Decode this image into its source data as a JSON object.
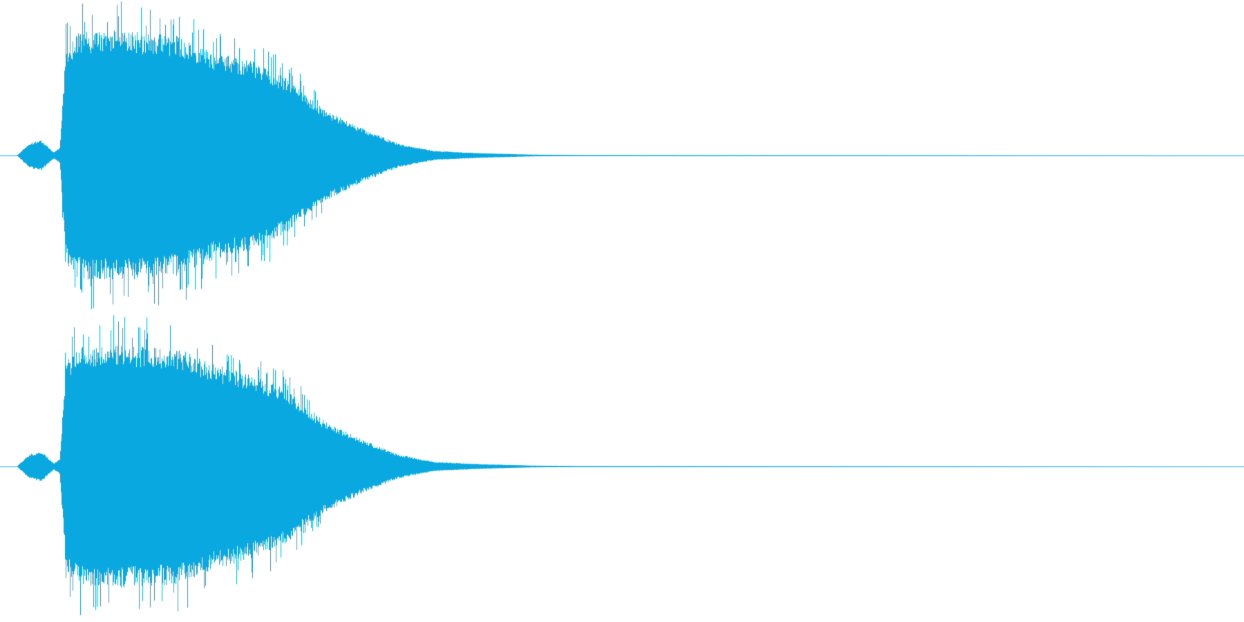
{
  "waveform": {
    "color": "#0aa8e0",
    "background": "#ffffff",
    "channels": [
      {
        "name": "",
        "envelope": [
          [
            0.0,
            0.0
          ],
          [
            0.01,
            0.08
          ],
          [
            0.02,
            0.1
          ],
          [
            0.03,
            0.02
          ],
          [
            0.035,
            0.05
          ],
          [
            0.04,
            0.7
          ],
          [
            0.05,
            0.8
          ],
          [
            0.08,
            0.82
          ],
          [
            0.1,
            0.8
          ],
          [
            0.13,
            0.78
          ],
          [
            0.16,
            0.68
          ],
          [
            0.19,
            0.62
          ],
          [
            0.22,
            0.5
          ],
          [
            0.25,
            0.3
          ],
          [
            0.28,
            0.18
          ],
          [
            0.31,
            0.08
          ],
          [
            0.34,
            0.03
          ],
          [
            0.38,
            0.015
          ],
          [
            0.42,
            0.006
          ],
          [
            0.46,
            0.003
          ],
          [
            1.0,
            0.0
          ]
        ]
      },
      {
        "name": "",
        "envelope": [
          [
            0.0,
            0.0
          ],
          [
            0.01,
            0.08
          ],
          [
            0.02,
            0.1
          ],
          [
            0.03,
            0.02
          ],
          [
            0.035,
            0.05
          ],
          [
            0.04,
            0.68
          ],
          [
            0.05,
            0.78
          ],
          [
            0.08,
            0.8
          ],
          [
            0.1,
            0.78
          ],
          [
            0.13,
            0.77
          ],
          [
            0.16,
            0.67
          ],
          [
            0.19,
            0.6
          ],
          [
            0.22,
            0.5
          ],
          [
            0.25,
            0.3
          ],
          [
            0.28,
            0.18
          ],
          [
            0.31,
            0.08
          ],
          [
            0.34,
            0.03
          ],
          [
            0.38,
            0.015
          ],
          [
            0.42,
            0.006
          ],
          [
            0.46,
            0.003
          ],
          [
            1.0,
            0.0
          ]
        ]
      }
    ]
  }
}
